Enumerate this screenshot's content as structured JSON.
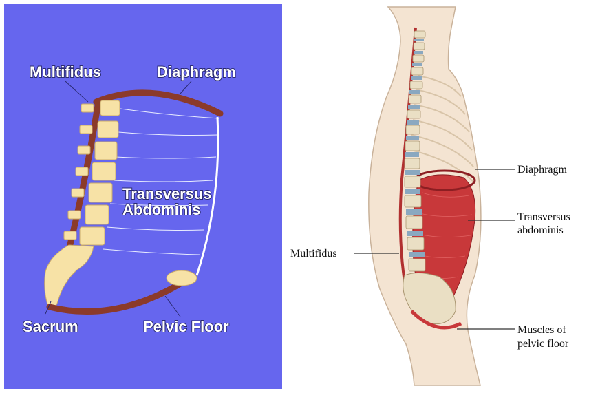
{
  "left_panel": {
    "background": "#6666ee",
    "labels": {
      "multifidus": "Multifidus",
      "diaphragm": "Diaphragm",
      "transversus_line1": "Transversus",
      "transversus_line2": "Abdominis",
      "sacrum": "Sacrum",
      "pelvic_floor": "Pelvic Floor"
    },
    "colors": {
      "muscle": "#8b3a2a",
      "bone": "#f7e2a6",
      "band_line": "#e8ecff"
    }
  },
  "right_panel": {
    "labels": {
      "diaphragm": "Diaphragm",
      "transversus_line1": "Transversus",
      "transversus_line2": "abdominis",
      "multifidus": "Multifidus",
      "pelvic_line1": "Muscles of",
      "pelvic_line2": "pelvic floor"
    },
    "colors": {
      "skin": "#f4e4d2",
      "muscle": "#c8383a",
      "spine_disc": "#8aa8c0",
      "bone": "#eadfc4"
    }
  }
}
